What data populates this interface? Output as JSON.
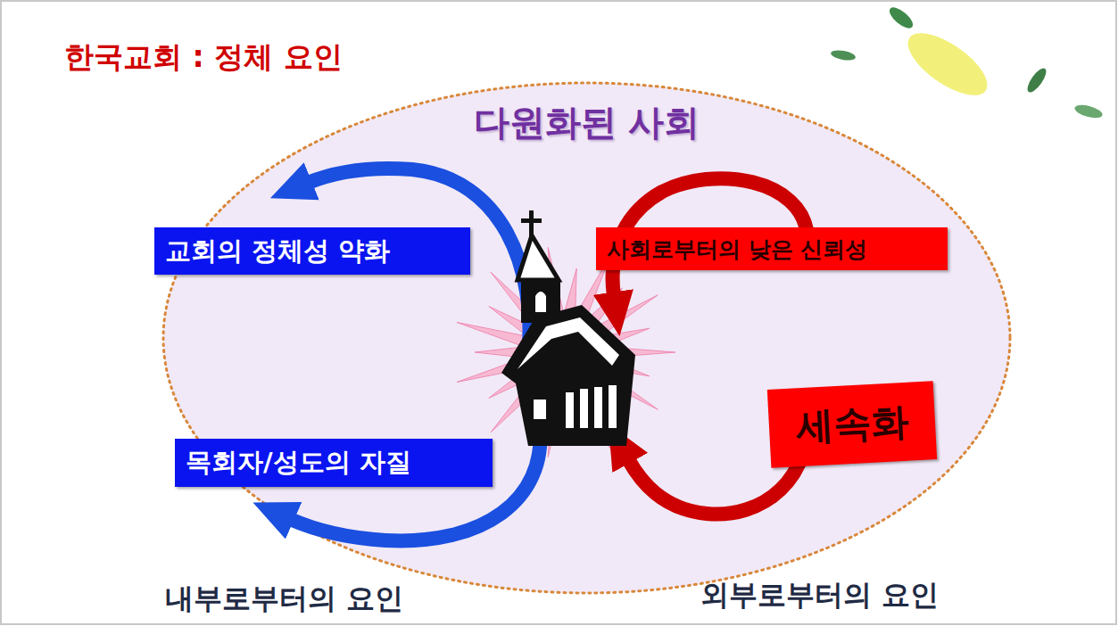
{
  "diagram": {
    "title": "한국교회 : 정체 요인",
    "nodes": [
      {
        "text": [
          "다원화된 사회"
        ]
      },
      {
        "text": [
          "교회의 정체성 약화"
        ],
        "in": 0
      },
      {
        "text": [
          "사회로부터의 낮은 신뢰성"
        ],
        "in": 0
      },
      {
        "text": [
          "세속화"
        ],
        "in": 0
      },
      {
        "text": [
          "목회자/성도의 자질"
        ],
        "in": 0
      }
    ],
    "labels": [
      "내부로부터의 요인",
      "외부로부터의 요인"
    ]
  }
}
